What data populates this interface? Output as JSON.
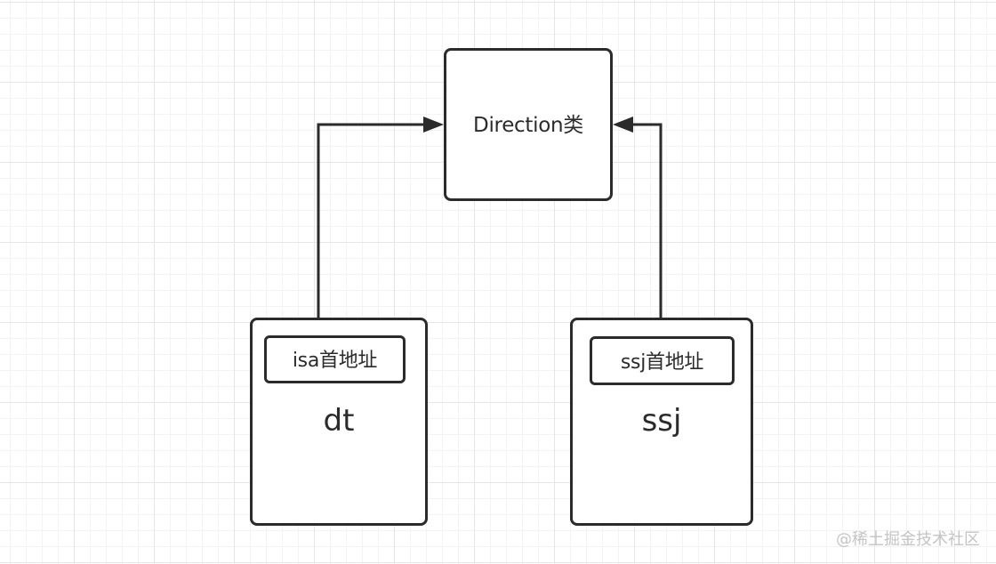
{
  "diagram": {
    "class_node": {
      "label": "Direction类"
    },
    "objects": [
      {
        "name": "dt",
        "pointer_label": "isa首地址"
      },
      {
        "name": "ssj",
        "pointer_label": "ssj首地址"
      }
    ],
    "edges": [
      {
        "from": "isa首地址",
        "to": "Direction类"
      },
      {
        "from": "ssj首地址",
        "to": "Direction类"
      }
    ],
    "stroke_color": "#2b2b2b"
  },
  "watermark": "@稀土掘金技术社区"
}
